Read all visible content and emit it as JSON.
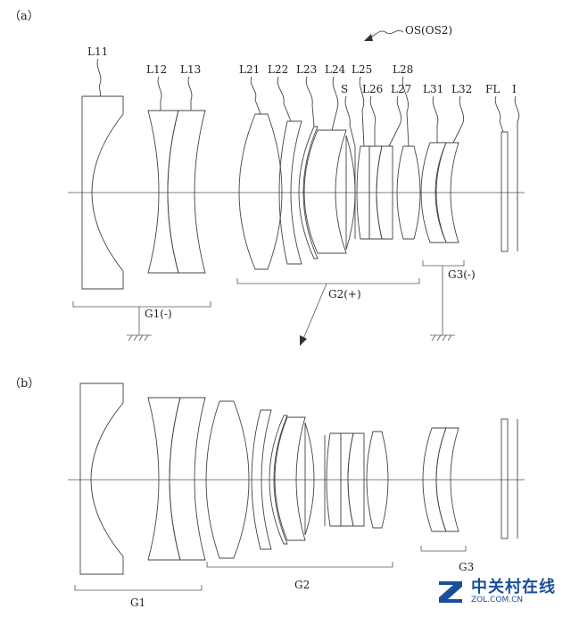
{
  "panel_a": {
    "panel_label": "（a）",
    "system_label": "OS(OS2)",
    "lens_labels": [
      "L11",
      "L12",
      "L13",
      "L21",
      "L22",
      "L23",
      "L24",
      "S",
      "L25",
      "L26",
      "L27",
      "L28",
      "L31",
      "L32",
      "FL",
      "I"
    ],
    "group_labels": {
      "g1": "G1(-)",
      "g2": "G2(+)",
      "g3": "G3(-)"
    }
  },
  "panel_b": {
    "panel_label": "（b）",
    "group_labels": {
      "g1": "G1",
      "g2": "G2",
      "g3": "G3"
    }
  },
  "watermark": {
    "brand": "中关村在线",
    "site": "ZOL.COM.CN"
  }
}
